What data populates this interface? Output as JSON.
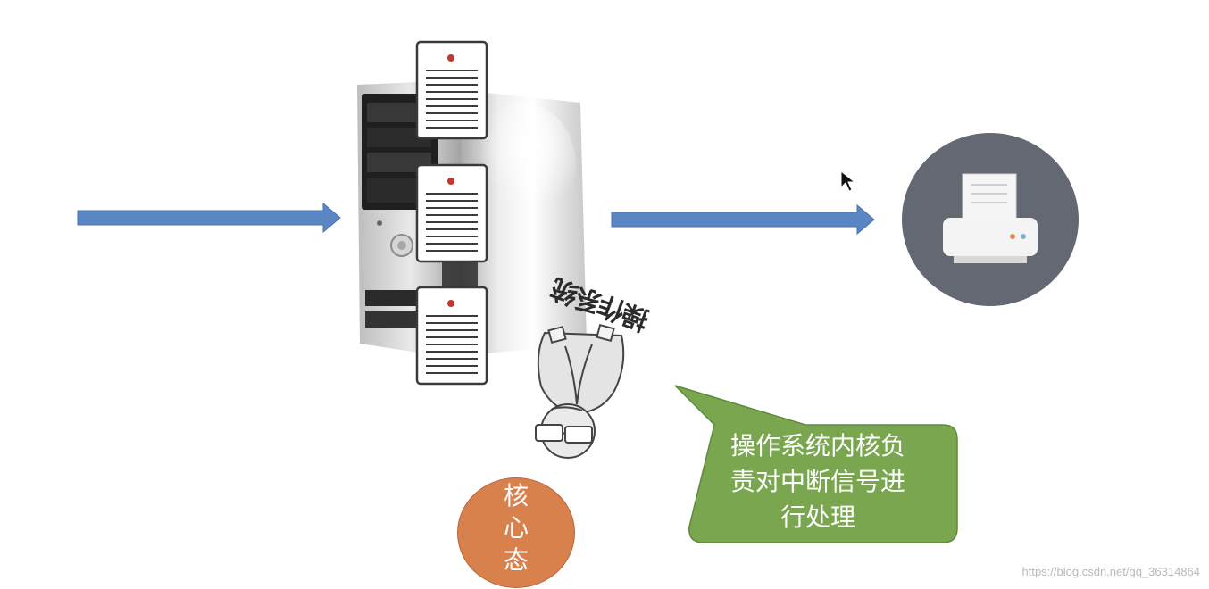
{
  "diagram": {
    "character_label": "操作系统",
    "bubble": {
      "lines": [
        "操作系统内核负",
        "责对中断信号进",
        "行处理"
      ],
      "color": "#7aa64f"
    },
    "kernel_mode": {
      "chars": [
        "核",
        "心",
        "态"
      ],
      "color": "#d9814d"
    },
    "arrow_color": "#5b86c4",
    "printer_bg_color": "#636872"
  },
  "watermark": "https://blog.csdn.net/qq_36314864"
}
